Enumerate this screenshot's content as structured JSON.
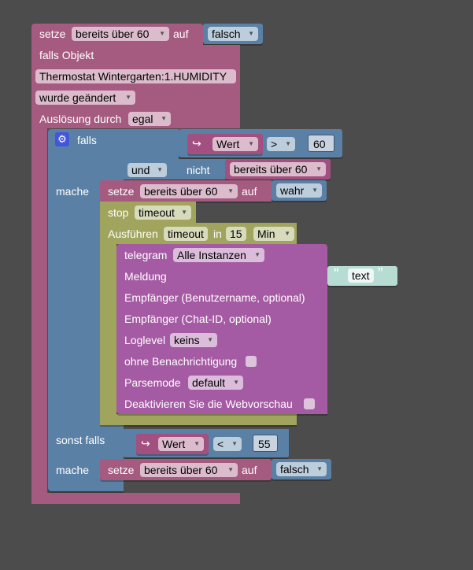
{
  "top_set": {
    "keyword": "setze",
    "var": "bereits über 60",
    "to": "auf",
    "value": "falsch"
  },
  "trigger": {
    "label": "falls Objekt",
    "object": "Thermostat Wintergarten:1.HUMIDITY",
    "event": "wurde geändert",
    "trigger_label": "Auslösung durch",
    "trigger_value": "egal"
  },
  "if_block": {
    "if_label": "falls",
    "do_label": "mache",
    "elseif_label": "sonst falls",
    "do2_label": "mache"
  },
  "cond1": {
    "var": "Wert",
    "op": ">",
    "num": "60",
    "and": "und",
    "not": "nicht",
    "flag": "bereits über 60"
  },
  "set_true": {
    "keyword": "setze",
    "var": "bereits über 60",
    "to": "auf",
    "value": "wahr"
  },
  "stop": {
    "keyword": "stop",
    "value": "timeout"
  },
  "exec": {
    "keyword": "Ausführen",
    "name": "timeout",
    "in": "in",
    "num": "15",
    "unit": "Min"
  },
  "telegram": {
    "keyword": "telegram",
    "instances": "Alle Instanzen",
    "message": "Meldung",
    "text_value": "text",
    "recipient_user": "Empfänger (Benutzername, optional)",
    "recipient_chat": "Empfänger (Chat-ID, optional)",
    "loglevel": "Loglevel",
    "loglevel_value": "keins",
    "silent": "ohne Benachrichtigung",
    "parsemode": "Parsemode",
    "parsemode_value": "default",
    "disable_preview": "Deaktivieren Sie die Webvorschau"
  },
  "cond2": {
    "var": "Wert",
    "op": "<",
    "num": "55"
  },
  "set_false": {
    "keyword": "setze",
    "var": "bereits über 60",
    "to": "auf",
    "value": "falsch"
  },
  "icons": {
    "gear": "gear-icon",
    "getter": "arrow-return-icon",
    "quote_open": "“",
    "quote_close": "”"
  }
}
